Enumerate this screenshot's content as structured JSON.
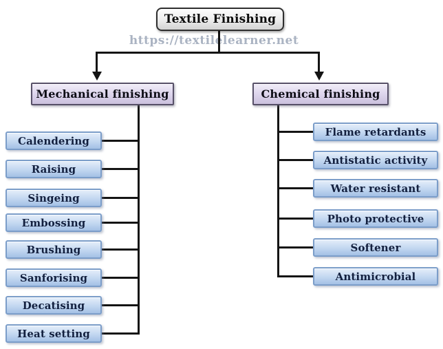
{
  "diagram": {
    "root": {
      "label": "Textile Finishing"
    },
    "watermark": "https://textilelearner.net",
    "branches": [
      {
        "label": "Mechanical finishing",
        "items": [
          "Calendering",
          "Raising",
          "Singeing",
          "Embossing",
          "Brushing",
          "Sanforising",
          "Decatising",
          "Heat setting"
        ]
      },
      {
        "label": "Chemical finishing",
        "items": [
          "Flame retardants",
          "Antistatic activity",
          "Water resistant",
          "Photo protective",
          "Softener",
          "Antimicrobial"
        ]
      }
    ],
    "colors": {
      "item_fill_top": "#e5eefa",
      "item_fill_bottom": "#a3c0e5",
      "item_border": "#7b9dc9",
      "branch_fill_top": "#f1edf8",
      "branch_fill_bottom": "#cbc1de",
      "branch_border": "#575068",
      "root_fill_top": "#fdfdfd",
      "root_fill_bottom": "#d2d2d2",
      "root_border": "#2e2e2e",
      "connector": "#141414",
      "watermark_text": "#aab3c2",
      "item_text": "#13203f"
    }
  }
}
